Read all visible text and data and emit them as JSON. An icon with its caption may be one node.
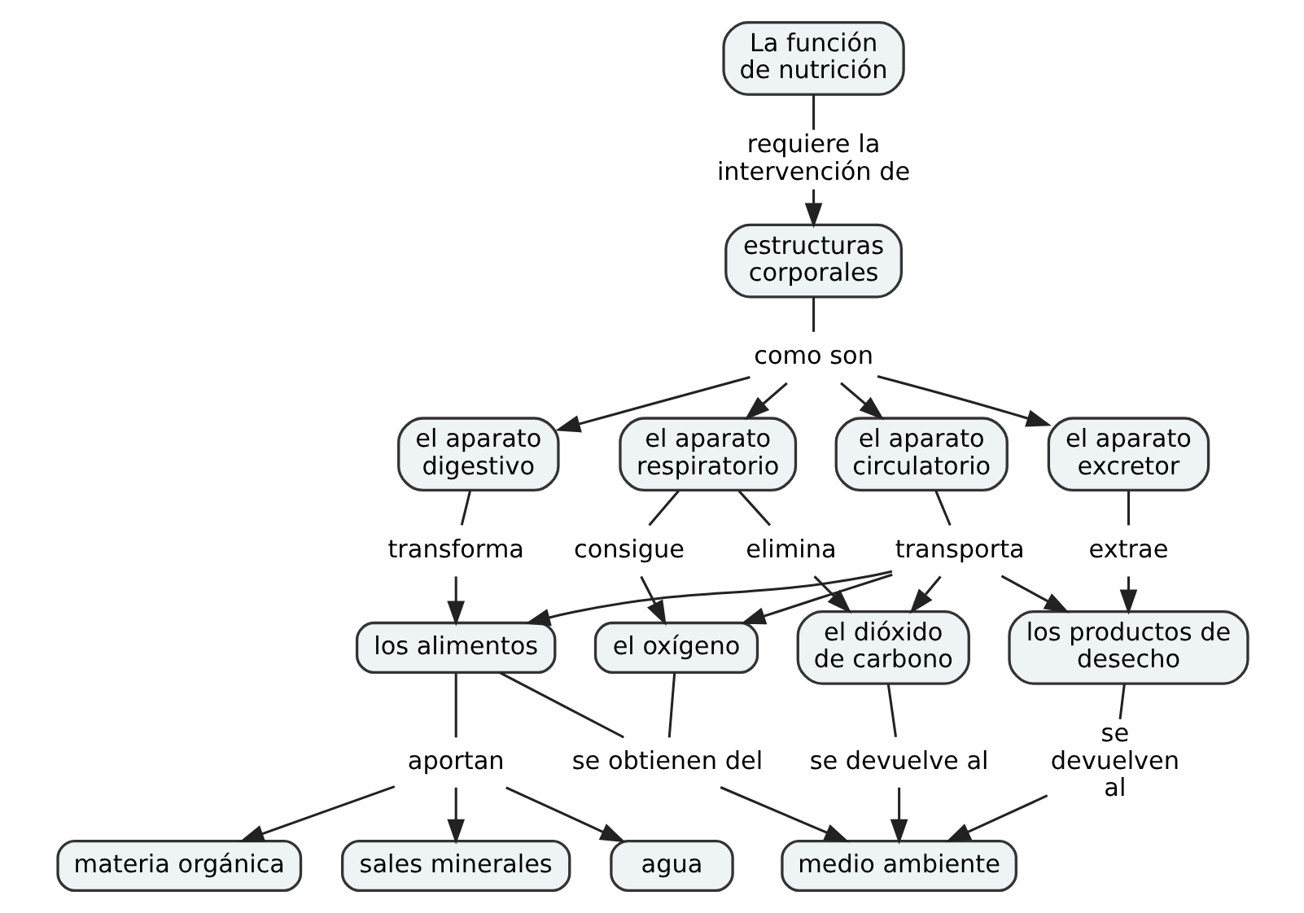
{
  "diagram": {
    "nodes": [
      {
        "text": [
          "La función de nutrición"
        ]
      },
      {
        "text": [
          "requiere la intervención de"
        ]
      },
      {
        "text": [
          "estructuras corporales"
        ]
      },
      {
        "text": [
          "como son"
        ]
      },
      {
        "text": [
          "el aparato digestivo"
        ]
      },
      {
        "text": [
          "el aparato respiratorio"
        ]
      },
      {
        "text": [
          "el aparato circulatorio"
        ]
      },
      {
        "text": [
          "el aparato excretor"
        ]
      },
      {
        "text": [
          "transforma"
        ]
      },
      {
        "text": [
          "consigue"
        ]
      },
      {
        "text": [
          "elimina"
        ]
      },
      {
        "text": [
          "transporta"
        ]
      },
      {
        "text": [
          "extrae"
        ]
      },
      {
        "text": [
          "los alimentos"
        ]
      },
      {
        "text": [
          "el oxígeno"
        ]
      },
      {
        "text": [
          "el dióxido de carbono"
        ]
      },
      {
        "text": [
          "los productos de desecho"
        ]
      },
      {
        "text": [
          "aportan"
        ]
      },
      {
        "text": [
          "se obtienen del"
        ]
      },
      {
        "text": [
          "se devuelve al"
        ]
      },
      {
        "text": [
          "se devuelven al"
        ]
      },
      {
        "text": [
          "materia orgánica"
        ]
      },
      {
        "text": [
          "sales minerales"
        ]
      },
      {
        "text": [
          "agua"
        ]
      },
      {
        "text": [
          "medio ambiente"
        ]
      }
    ],
    "edges": [
      {
        "from": 0,
        "to": 1,
        "arrow": "none"
      },
      {
        "from": 1,
        "to": 2,
        "arrow": "to"
      },
      {
        "from": 2,
        "to": 3,
        "arrow": "none"
      },
      {
        "from": 3,
        "to": 4,
        "arrow": "to"
      },
      {
        "from": 3,
        "to": 5,
        "arrow": "to"
      },
      {
        "from": 3,
        "to": 6,
        "arrow": "to"
      },
      {
        "from": 3,
        "to": 7,
        "arrow": "to"
      },
      {
        "from": 4,
        "to": 8,
        "arrow": "none"
      },
      {
        "from": 8,
        "to": 13,
        "arrow": "to"
      },
      {
        "from": 5,
        "to": 9,
        "arrow": "none"
      },
      {
        "from": 9,
        "to": 14,
        "arrow": "to"
      },
      {
        "from": 5,
        "to": 10,
        "arrow": "none"
      },
      {
        "from": 10,
        "to": 15,
        "arrow": "to"
      },
      {
        "from": 6,
        "to": 11,
        "arrow": "none"
      },
      {
        "from": 11,
        "to": 13,
        "arrow": "to"
      },
      {
        "from": 11,
        "to": 14,
        "arrow": "to"
      },
      {
        "from": 11,
        "to": 15,
        "arrow": "to"
      },
      {
        "from": 11,
        "to": 16,
        "arrow": "to"
      },
      {
        "from": 7,
        "to": 12,
        "arrow": "none"
      },
      {
        "from": 12,
        "to": 16,
        "arrow": "to"
      },
      {
        "from": 13,
        "to": 17,
        "arrow": "none"
      },
      {
        "from": 17,
        "to": 21,
        "arrow": "to"
      },
      {
        "from": 17,
        "to": 22,
        "arrow": "to"
      },
      {
        "from": 17,
        "to": 23,
        "arrow": "to"
      },
      {
        "from": 13,
        "to": 18,
        "arrow": "none"
      },
      {
        "from": 14,
        "to": 18,
        "arrow": "none"
      },
      {
        "from": 18,
        "to": 24,
        "arrow": "to"
      },
      {
        "from": 15,
        "to": 19,
        "arrow": "none"
      },
      {
        "from": 19,
        "to": 24,
        "arrow": "to"
      },
      {
        "from": 16,
        "to": 20,
        "arrow": "none"
      },
      {
        "from": 20,
        "to": 24,
        "arrow": "to"
      }
    ]
  }
}
